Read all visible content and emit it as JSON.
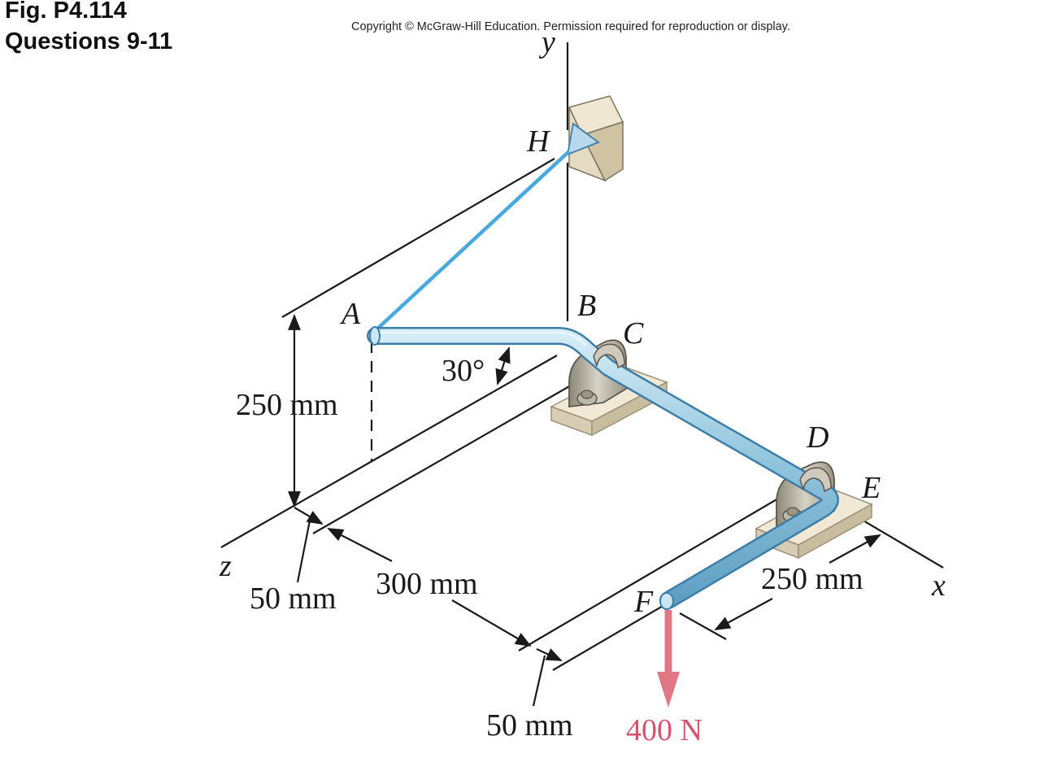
{
  "header": {
    "figure": "Fig. P4.114",
    "questions": "Questions 9-11",
    "copyright": "Copyright © McGraw-Hill Education. Permission required for reproduction or display."
  },
  "points": {
    "A": "A",
    "B": "B",
    "C": "C",
    "D": "D",
    "E": "E",
    "F": "F",
    "H": "H"
  },
  "axes": {
    "x": "x",
    "y": "y",
    "z": "z"
  },
  "dimensions": {
    "height": "250 mm",
    "z_offset": "50 mm",
    "ac_span": "300 mm",
    "bottom_offset": "50 mm",
    "ef_span": "250 mm",
    "angle": "30°"
  },
  "load": {
    "label": "400 N"
  },
  "colors": {
    "pipe": "#8fc3dc",
    "pipe_edge": "#3d7ea8",
    "cable": "#4aa8e0",
    "load_arrow": "#e07785",
    "base_plate": "#e3d9c3",
    "bracket": "#b6b0a0"
  }
}
